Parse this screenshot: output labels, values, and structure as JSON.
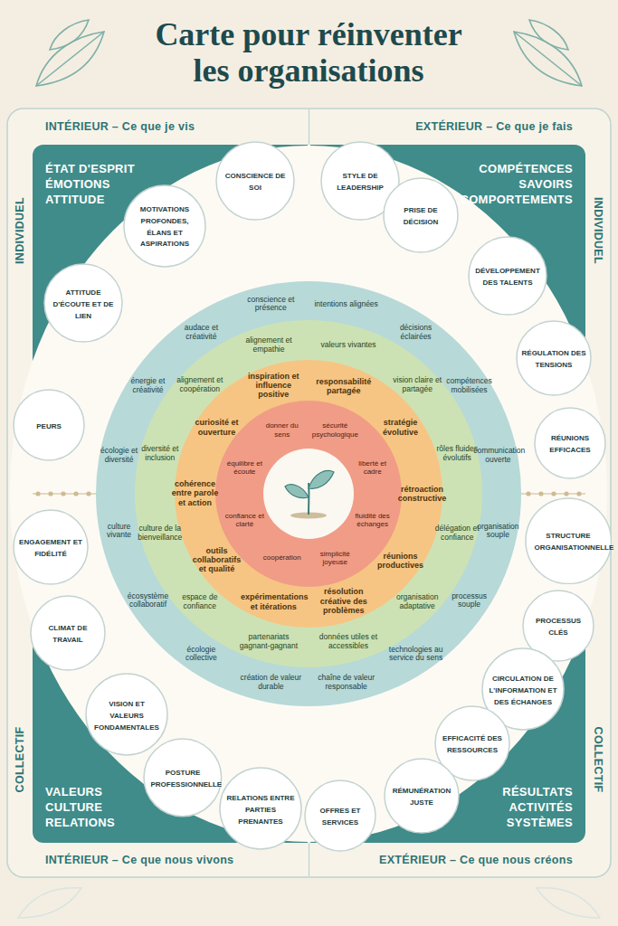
{
  "diagram": {
    "title": "Carte pour réinventer les organisations",
    "nodes": [
      {
        "text": [
          "ÉTAT D'ESPRIT",
          "ÉMOTIONS",
          "ATTITUDE"
        ]
      },
      {
        "text": [
          "COMPÉTENCES",
          "SAVOIRS",
          "COMPORTEMENTS"
        ]
      },
      {
        "text": [
          "VALEURS",
          "CULTURE",
          "RELATIONS"
        ]
      },
      {
        "text": [
          "RÉSULTATS",
          "ACTIVITÉS",
          "SYSTÈMES"
        ]
      },
      {
        "text": [
          "intentions alignées",
          "décisions éclairées",
          "compétences mobilisées",
          "communication ouverte",
          "organisation souple",
          "processus souple",
          "technologies au service du sens",
          "chaîne de valeur responsable",
          "création de valeur durable",
          "écologie collective",
          "écosystème collaboratif",
          "culture vivante",
          "écologie et diversité",
          "énergie et créativité",
          "audace et créativité",
          "conscience et présence"
        ]
      },
      {
        "text": [
          "valeurs vivantes",
          "vision claire et partagée",
          "rôles fluides évolutifs",
          "délégation et confiance",
          "organisation adaptative",
          "données utiles et accessibles",
          "partenariats gagnant-gagnant",
          "espace de confiance",
          "culture de la bienveillance",
          "diversité et inclusion",
          "alignement et coopération",
          "alignement et empathie"
        ],
        "in": 4
      },
      {
        "text": [
          "responsabilité partagée",
          "stratégie évolutive",
          "rétroaction constructive",
          "réunions productives",
          "résolution créative des problèmes",
          "expérimentations et itérations",
          "outils collaboratifs et qualité",
          "cohérence entre parole et action",
          "curiosité et ouverture",
          "inspiration et influence positive"
        ],
        "in": 5
      },
      {
        "text": [
          "sécurité psychologique",
          "liberté et cadre",
          "fluidité des échanges",
          "simplicité joyeuse",
          "coopération",
          "confiance et clarté",
          "équilibre et écoute",
          "donner du sens"
        ],
        "in": 6
      },
      {
        "text": [
          "CONSCIENCE DE SOI"
        ]
      },
      {
        "text": [
          "STYLE DE LEADERSHIP"
        ]
      },
      {
        "text": [
          "PRISE DE DÉCISION"
        ]
      },
      {
        "text": [
          "DÉVELOPPEMENT DES TALENTS"
        ]
      },
      {
        "text": [
          "RÉGULATION DES TENSIONS"
        ]
      },
      {
        "text": [
          "RÉUNIONS EFFICACES"
        ]
      },
      {
        "text": [
          "STRUCTURE ORGANISATIONNELLE"
        ]
      },
      {
        "text": [
          "PROCESSUS CLÉS"
        ]
      },
      {
        "text": [
          "CIRCULATION DE L'INFORMATION ET DES ÉCHANGES"
        ]
      },
      {
        "text": [
          "EFFICACITÉ DES RESSOURCES"
        ]
      },
      {
        "text": [
          "RÉMUNÉRATION JUSTE"
        ]
      },
      {
        "text": [
          "OFFRES ET SERVICES"
        ]
      },
      {
        "text": [
          "RELATIONS ENTRE PARTIES PRENANTES"
        ]
      },
      {
        "text": [
          "POSTURE PROFESSIONNELLE"
        ]
      },
      {
        "text": [
          "VISION ET VALEURS FONDAMENTALES"
        ]
      },
      {
        "text": [
          "CLIMAT DE TRAVAIL"
        ]
      },
      {
        "text": [
          "ENGAGEMENT ET FIDÉLITÉ"
        ]
      },
      {
        "text": [
          "PEURS"
        ]
      },
      {
        "text": [
          "ATTITUDE D'ÉCOUTE ET DE LIEN"
        ]
      },
      {
        "text": [
          "MOTIVATIONS PROFONDES, ÉLANS ET ASPIRATIONS"
        ]
      }
    ],
    "labels": [
      "INTÉRIEUR – Ce que je vis",
      "EXTÉRIEUR – Ce que je fais",
      "INDIVIDUEL",
      "INDIVIDUEL",
      "COLLECTIF",
      "COLLECTIF",
      "INTÉRIEUR – Ce que nous vivons",
      "EXTÉRIEUR – Ce que nous créons"
    ]
  }
}
